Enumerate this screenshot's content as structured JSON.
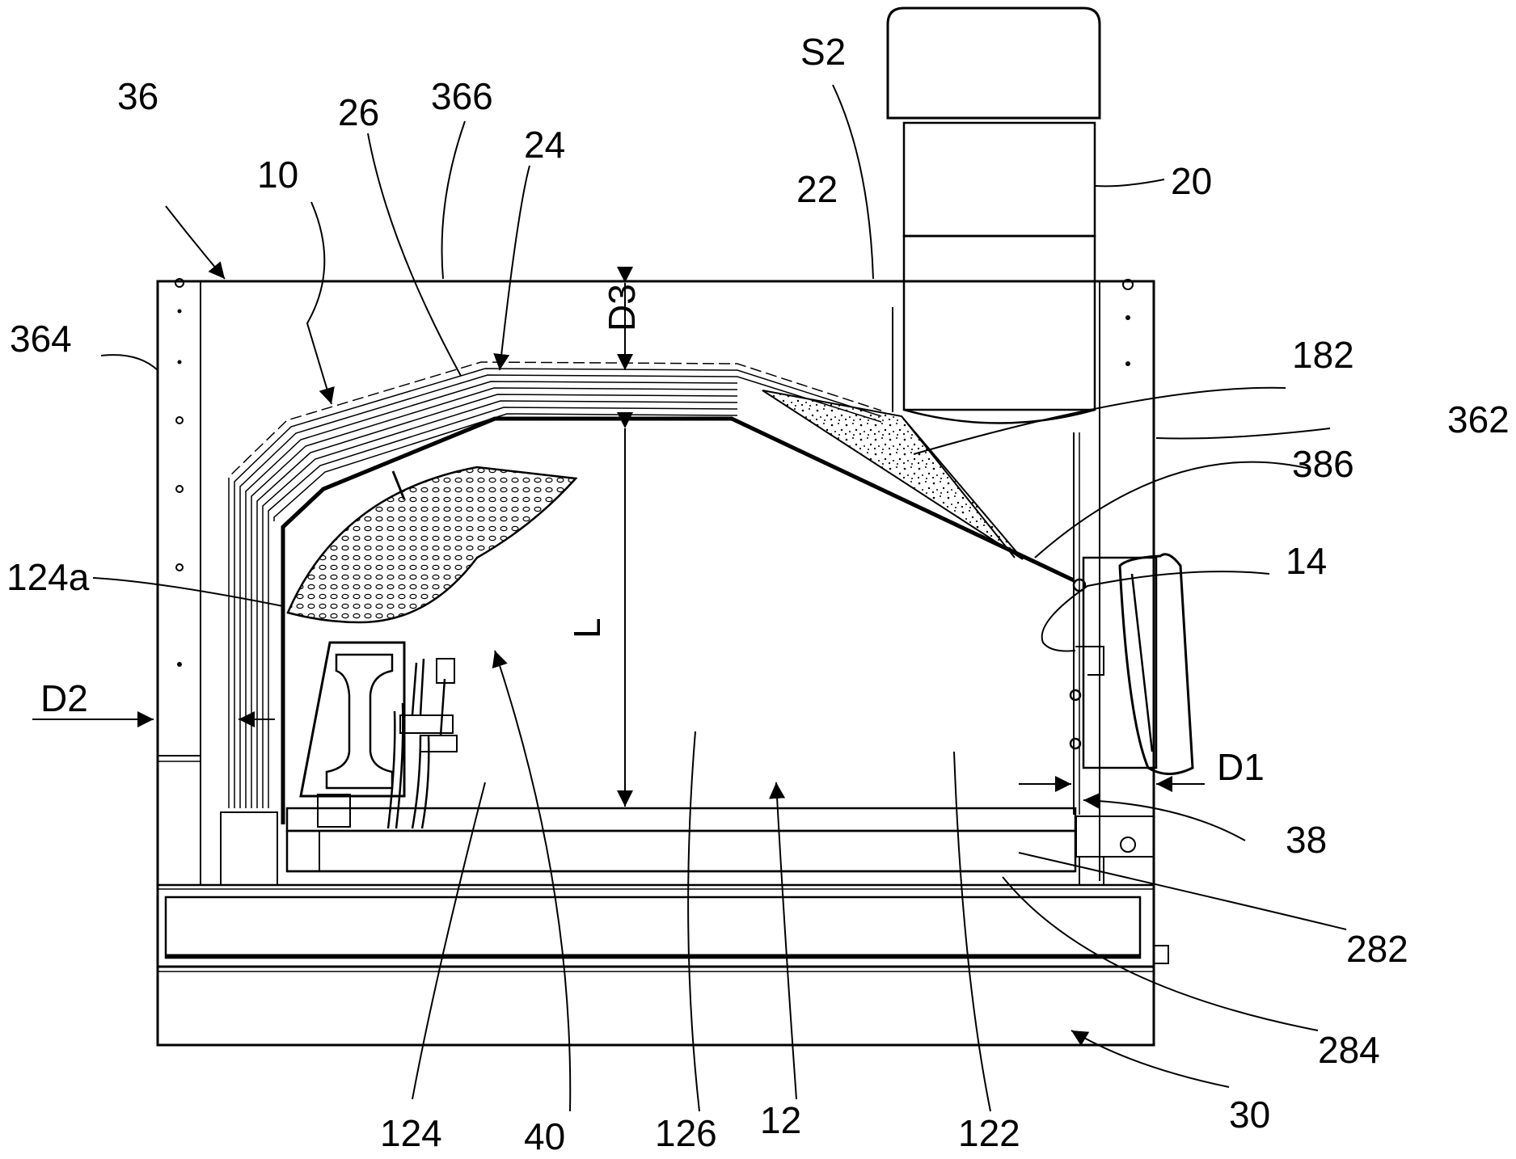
{
  "figure": {
    "labels": {
      "l36": "36",
      "l364": "364",
      "l10": "10",
      "l26": "26",
      "l366": "366",
      "l24": "24",
      "lD3": "D3",
      "lS2": "S2",
      "l22": "22",
      "l20": "20",
      "l182": "182",
      "l362": "362",
      "l386": "386",
      "l14": "14",
      "l124a": "124a",
      "lL": "L",
      "lD2": "D2",
      "lD1": "D1",
      "l38": "38",
      "l282": "282",
      "l284": "284",
      "l30": "30",
      "l124": "124",
      "l40": "40",
      "l126": "126",
      "l12": "12",
      "l122": "122"
    }
  }
}
